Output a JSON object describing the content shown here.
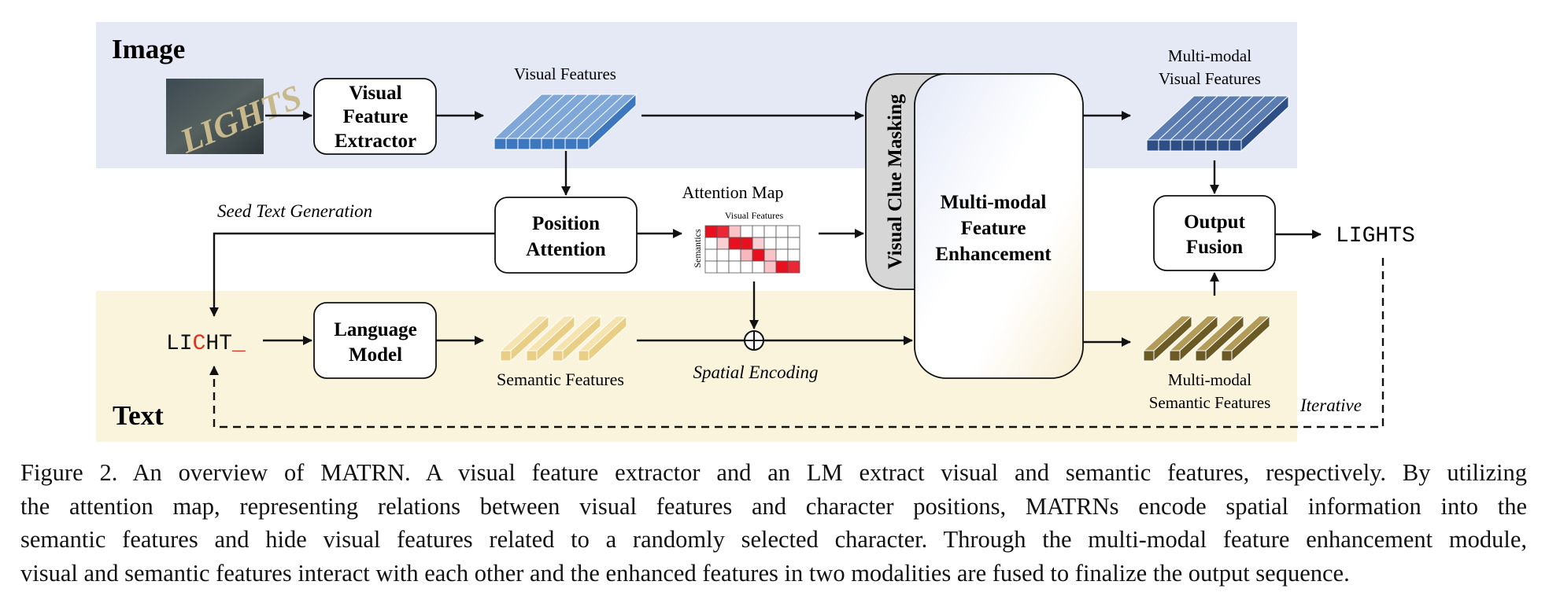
{
  "figure": {
    "regions": {
      "image_label": "Image",
      "text_label": "Text"
    },
    "input_image": {
      "word": "LIGHTS"
    },
    "blocks": {
      "visual_feature_extractor": [
        "Visual",
        "Feature",
        "Extractor"
      ],
      "position_attention": [
        "Position",
        "Attention"
      ],
      "language_model": [
        "Language",
        "Model"
      ],
      "visual_clue_masking": "Visual Clue Masking",
      "multimodal_feature_enhancement": [
        "Multi-modal",
        "Feature",
        "Enhancement"
      ],
      "output_fusion": [
        "Output",
        "Fusion"
      ]
    },
    "labels": {
      "visual_features": "Visual Features",
      "attention_map": "Attention Map",
      "attention_map_x": "Visual Features",
      "attention_map_y": "Semantics",
      "seed_text_generation": "Seed Text Generation",
      "semantic_features": "Semantic Features",
      "spatial_encoding": "Spatial Encoding",
      "mm_visual_features": [
        "Multi-modal",
        "Visual Features"
      ],
      "mm_semantic_features": [
        "Multi-modal",
        "Semantic Features"
      ],
      "iterative": "Iterative"
    },
    "seed_text": {
      "prefix": "LI",
      "wrong_char": "C",
      "suffix": "HT",
      "mask_char": "_"
    },
    "output_text": "LIGHTS",
    "colors": {
      "image_bg": "#e4e9f5",
      "text_bg": "#fbf4dd",
      "visual_feat": "#7fa8d8",
      "visual_feat_dark": "#3d78bf",
      "semantic_feat": "#f5e3b0",
      "semantic_feat_dark": "#e9cf85",
      "mm_visual_feat": "#5b7db2",
      "mm_visual_feat_dark": "#2e4f85",
      "mm_semantic_feat": "#b39c58",
      "mm_semantic_feat_dark": "#6b5a23",
      "attention_red": "#e8101e",
      "wrong_char": "#e03020"
    }
  },
  "caption": {
    "lines": [
      "Figure 2. An overview of MATRN. A visual feature extractor and an LM extract visual and semantic features, respectively. By utilizing",
      "the attention map, representing relations between visual features and character positions, MATRNs encode spatial information into the",
      "semantic features and hide visual features related to a randomly selected character. Through the multi-modal feature enhancement module,",
      "visual and semantic features interact with each other and the enhanced features in two modalities are fused to finalize the output sequence."
    ]
  }
}
